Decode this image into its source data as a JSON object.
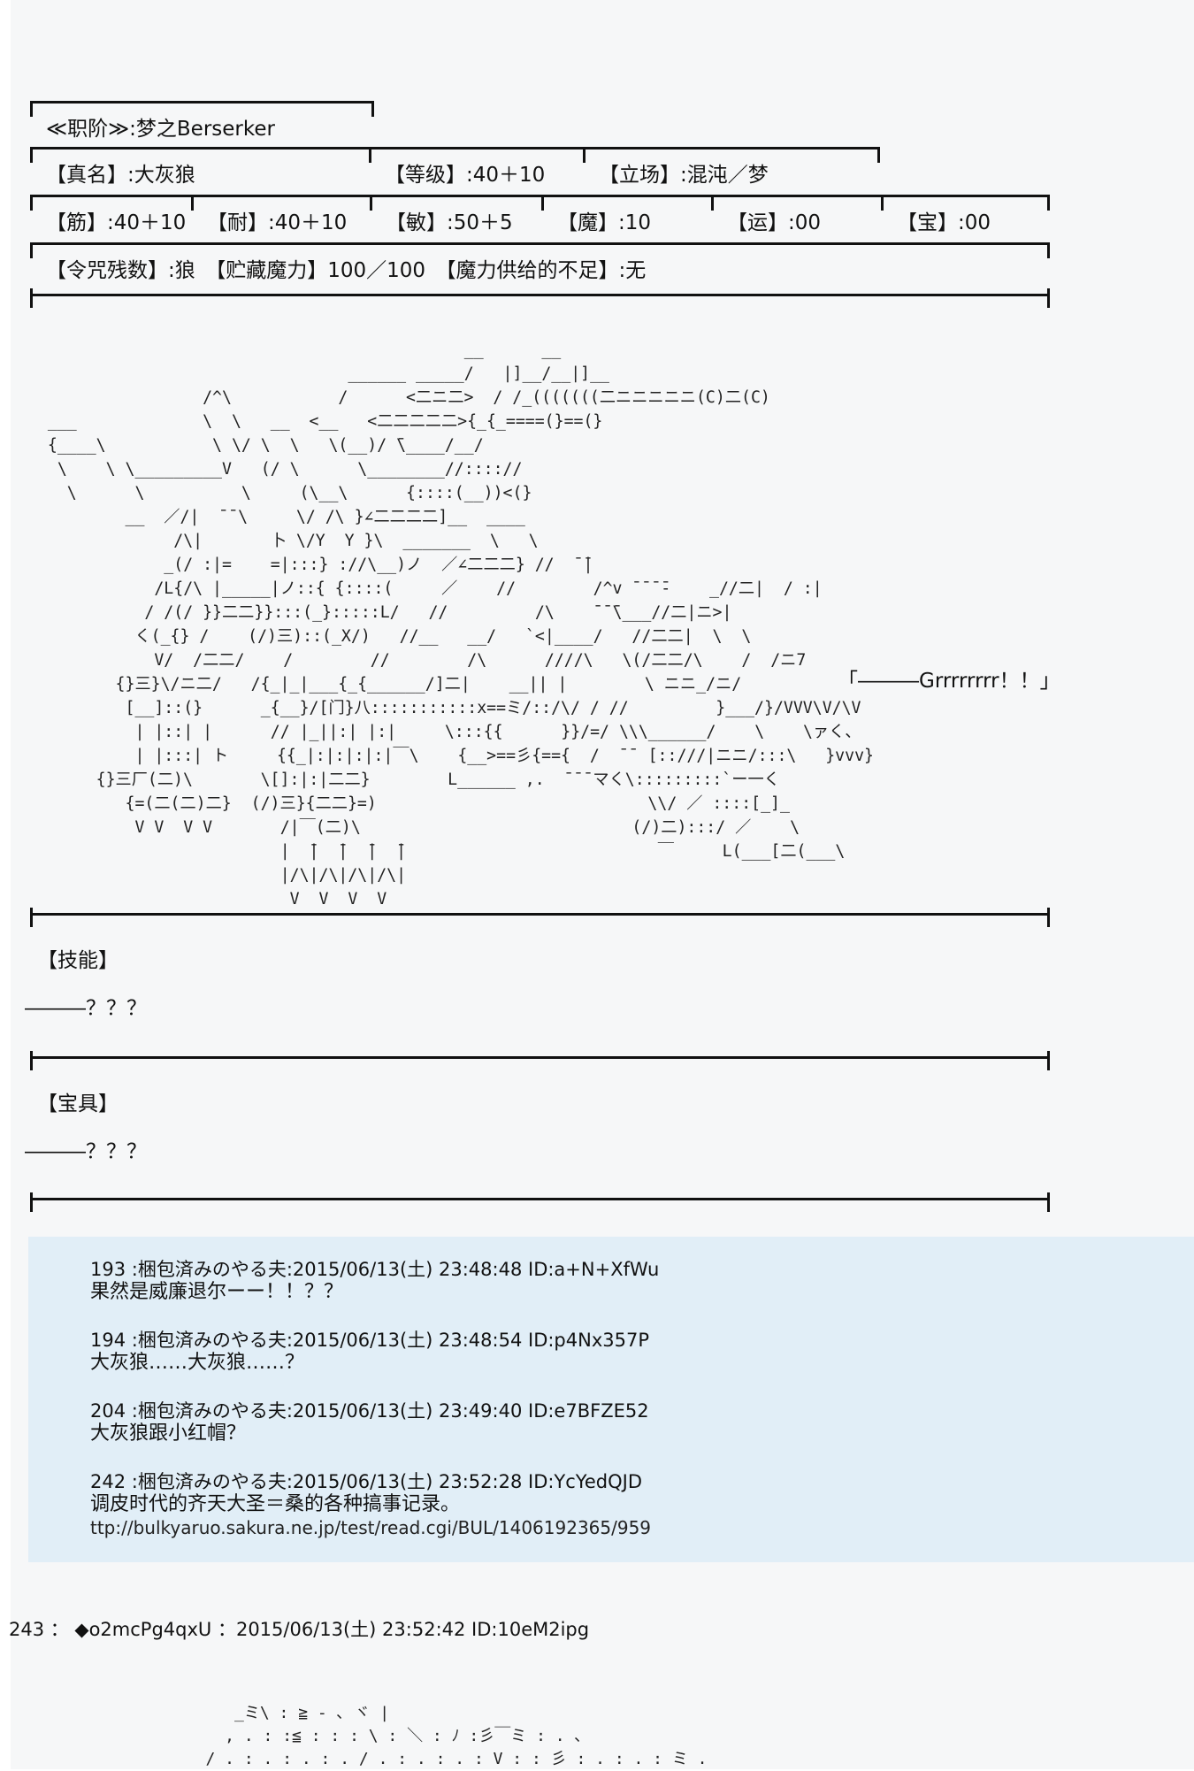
{
  "sheet": {
    "class_row": "≪职阶≫:梦之Berserker",
    "row2": [
      "【真名】:大灰狼",
      "【等级】:40＋10",
      "【立场】:混沌／梦"
    ],
    "row3": [
      "【筋】:40＋10",
      "【耐】:40＋10",
      "【敏】:50＋5",
      "【魔】:10",
      "【运】:00",
      "【宝】:00"
    ],
    "row4": "【令咒残数】:狼　【贮藏魔力】100／100　【魔力供给的不足】:无",
    "roar": "「―――Grrrrrrrr！！」",
    "skill_title": "【技能】",
    "skill_value": "―――？？？",
    "np_title": "【宝具】",
    "np_value": "―――？？？"
  },
  "ascii_art": "                                             __      __\n                                 ______ _____/   |]__/__|]__\n                  /^\\           /      <二ニ二>  / /_(((((((二ニニニニニ(C)二(C)\n  ___             \\  \\   __  <__   <二二二二二>{_{_====(}==(}\n  {____\\           \\ \\/ \\  \\   \\(__)/ ̄\\____/__/\n   \\    \\ \\_________V   (/ \\      \\________//:::://\n    \\      \\          \\     (\\__\\      {::::(__))<(}\n          __  ／/|  ̄ ̄ \\     \\/ /\\ }∠二二二二]__  ____\n               /\\|       卜 \\/Y  Y }\\  _______  \\   \\\n              _(/ :|=    =|:::} ://\\__)ノ  ／∠二二二} //  ̄ ̄|\n             /L{/\\ |_____|ノ::{ {::::(     ／    //        /^v ̄ ̄ ̄ ̄-    _//二|  / :|\n            / /(/ }}二二}}:::(_}:::::L/   //         /\\    ̄ ̄ ̄\\___//二|ニ>|\n           く(_{} /    (/)三)::(_X/)   //__   __/   `<|____/   //二二|  \\  \\\n             V/  /二二/    /        //        /\\      ////\\   \\(/二二/\\    /  /ニ7\n         {}三}\\/ニ二/   /{_|_|___{_{______/]二|    __|| |        \\ ニニ_/ニ/\n          [__]::(}      _{__}/[门}八:::::::::::x==ミ/::/\\/ / //         }___/}/VVV\\V/\\V\n           | |::| |      // |_||:| |:|     \\:::{{      }}/=/ \\\\\\______/    \\    \\ァく、\n           | |:::| ト     {{_|:|:|:|:|￣\\    {__>==彡{=={  /  ̄ ̄  [::///|ニニ/:::\\   }vvv}\n       {}三厂(二)\\       \\[]:|:|二二}        L______ ,.  ̄ ̄ ̄ マく\\:::::::::`ー一く\n          {=(二(二)二}  (/)三}{二二}=)                            \\\\/ ／ ::::[_]_\n           V V  V V       /|￣(二)\\                            (/)二):::/ ／    \\\n                          |  ̄|  ̄|  ̄|  ̄|                          ￣     L(___[二(___\\\n                          |/\\|/\\|/\\|/\\|\n                           V  V  V  V",
  "replies": [
    {
      "header": "193 :梱包済みのやる夫:2015/06/13(土) 23:48:48 ID:a+N+XfWu",
      "body": "果然是威廉退尔ーー！！？？"
    },
    {
      "header": "194 :梱包済みのやる夫:2015/06/13(土) 23:48:54 ID:p4Nx357P",
      "body": "大灰狼……大灰狼……？"
    },
    {
      "header": "204 :梱包済みのやる夫:2015/06/13(土) 23:49:40 ID:e7BFZE52",
      "body": "大灰狼跟小红帽？"
    },
    {
      "header": "242 :梱包済みのやる夫:2015/06/13(土) 23:52:28 ID:YcYedQJD",
      "body": "调皮时代的齐天大圣＝桑的各种搞事记录。",
      "url": "ttp://bulkyaruo.sakura.ne.jp/test/read.cgi/BUL/1406192365/959"
    }
  ],
  "main_post": {
    "header": "243 ： ◆o2mcPg4qxU ：2015/06/13(土) 23:52:42 ID:10eM2ipg"
  },
  "ascii_art_2": "      _ミ\\ : ≧ - ､ ヾ |\n     , . : :≦ : : : \\ : ＼ : ﾉ :彡￣ミ : . ､\n   / . : . : . : . / . : . : . : V : : 彡 : . : . : ミ ."
}
